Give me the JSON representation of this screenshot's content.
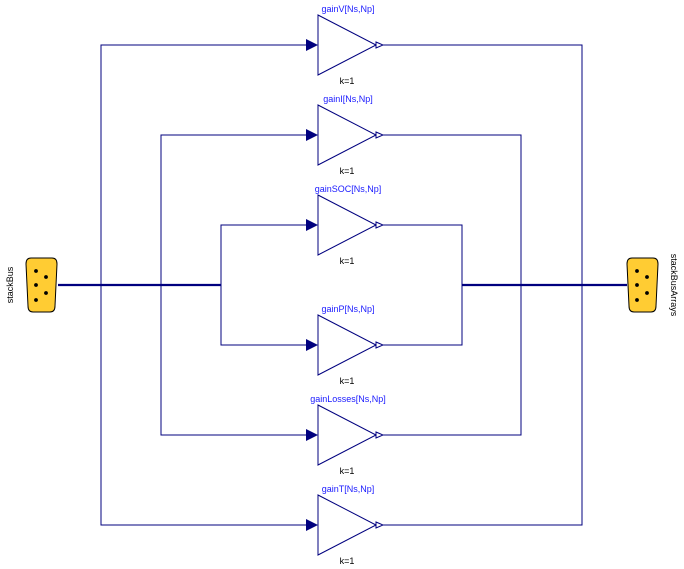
{
  "diagram": {
    "input_bus": {
      "label": "stackBus",
      "icon": "bus-connector-icon"
    },
    "output_bus": {
      "label": "stackBusArrays",
      "icon": "bus-connector-icon"
    },
    "blocks": [
      {
        "id": "gainV",
        "name": "gainV[Ns,Np]",
        "param": "k=1"
      },
      {
        "id": "gainI",
        "name": "gainI[Ns,Np]",
        "param": "k=1"
      },
      {
        "id": "gainSOC",
        "name": "gainSOC[Ns,Np]",
        "param": "k=1"
      },
      {
        "id": "gainP",
        "name": "gainP[Ns,Np]",
        "param": "k=1"
      },
      {
        "id": "gainLosses",
        "name": "gainLosses[Ns,Np]",
        "param": "k=1"
      },
      {
        "id": "gainT",
        "name": "gainT[Ns,Np]",
        "param": "k=1"
      }
    ],
    "colors": {
      "wire": "#00007f",
      "block_name": "#1a1aff",
      "connector_fill": "#ffcc33"
    }
  }
}
